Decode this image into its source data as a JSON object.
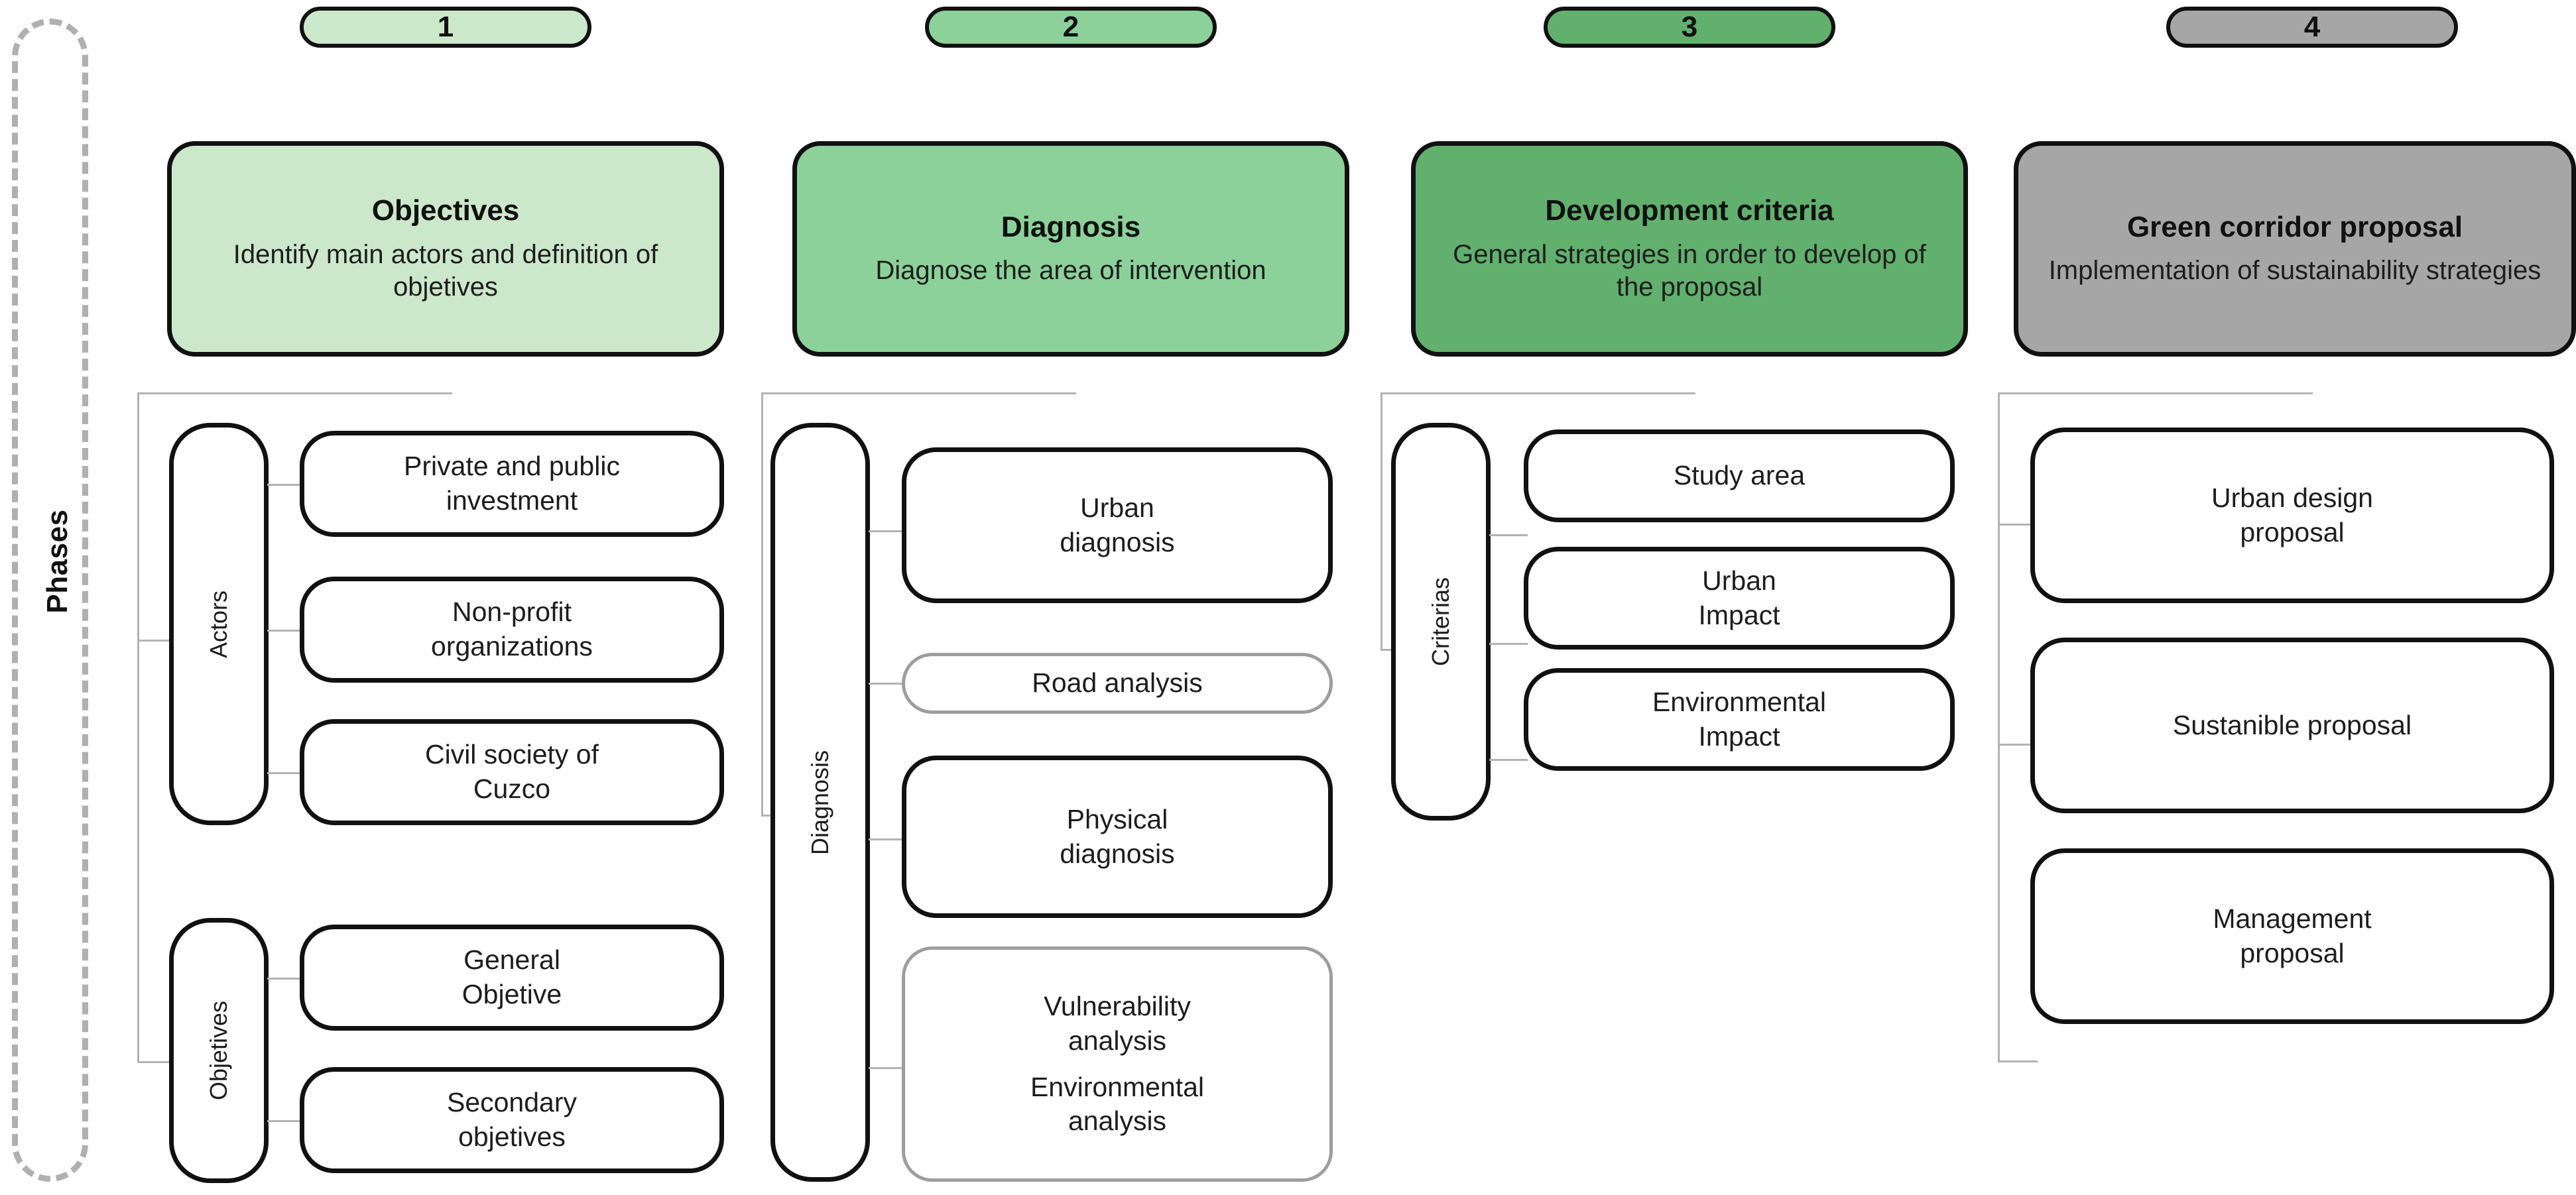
{
  "diagram": {
    "axis_label": "Phases",
    "colors": {
      "phase1": "#cce8cb",
      "phase2": "#8cd19a",
      "phase3": "#62b06e",
      "phase4": "#a6a6a6",
      "outline": "#111111",
      "faint_outline": "#9d9d9d",
      "connector": "#b3b3b3"
    }
  },
  "phases": [
    {
      "number": "1",
      "title": "Objectives",
      "subtitle_line1": "Identify main actors and",
      "subtitle_line2": "definition of objetives",
      "groups": [
        {
          "label": "Actors",
          "items": [
            {
              "line1": "Private and public",
              "line2": "investment",
              "faint": false
            },
            {
              "line1": "Non-profit",
              "line2": "organizations",
              "faint": false
            },
            {
              "line1": "Civil society of",
              "line2": "Cuzco",
              "faint": false
            }
          ]
        },
        {
          "label": "Objetives",
          "items": [
            {
              "line1": "General",
              "line2": "Objetive",
              "faint": false
            },
            {
              "line1": "Secondary",
              "line2": "objetives",
              "faint": false
            }
          ]
        }
      ]
    },
    {
      "number": "2",
      "title": "Diagnosis",
      "subtitle_line1": "Diagnose the area of",
      "subtitle_line2": "intervention",
      "groups": [
        {
          "label": "Diagnosis",
          "items": [
            {
              "line1": "Urban",
              "line2": "diagnosis",
              "faint": false
            },
            {
              "line1": "Road analysis",
              "line2": "",
              "faint": true
            },
            {
              "line1": "Physical",
              "line2": "diagnosis",
              "faint": false
            },
            {
              "line1": "Vulnerability",
              "line2": "analysis",
              "line3": "Environmental",
              "line4": "analysis",
              "faint": true
            }
          ]
        }
      ]
    },
    {
      "number": "3",
      "title": "Development criteria",
      "subtitle_line1": "General strategies in order to",
      "subtitle_line2": "develop of the proposal",
      "groups": [
        {
          "label": "Criterias",
          "items": [
            {
              "line1": "Study area",
              "line2": "",
              "faint": false
            },
            {
              "line1": "Urban",
              "line2": "Impact",
              "faint": false
            },
            {
              "line1": "Environmental",
              "line2": "Impact",
              "faint": false
            }
          ]
        }
      ]
    },
    {
      "number": "4",
      "title": "Green corridor proposal",
      "subtitle_line1": "Implementation of",
      "subtitle_line2": "sustainability strategies",
      "groups": [
        {
          "label": "",
          "items": [
            {
              "line1": "Urban design",
              "line2": "proposal",
              "faint": false
            },
            {
              "line1": "Sustanible proposal",
              "line2": "",
              "faint": false
            },
            {
              "line1": "Management",
              "line2": "proposal",
              "faint": false
            }
          ]
        }
      ]
    }
  ]
}
